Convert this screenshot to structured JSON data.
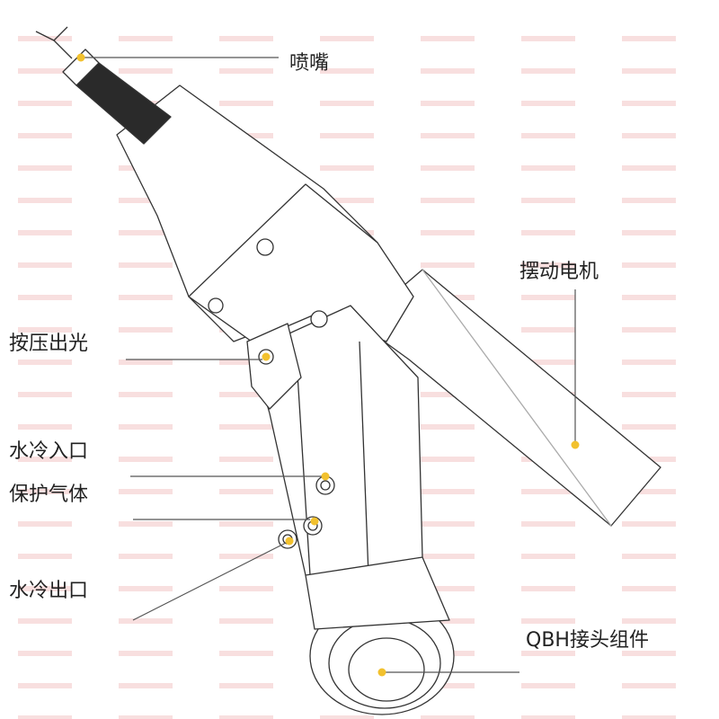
{
  "labels": {
    "nozzle": "喷嘴",
    "swing_motor": "摆动电机",
    "press_emit": "按压出光",
    "water_in": "水冷入口",
    "shield_gas": "保护气体",
    "water_out": "水冷出口",
    "qbh": "QBH接头组件"
  },
  "colors": {
    "dot": "#f2c12e",
    "line": "#555555",
    "outline": "#333333",
    "watermark": "#f3c9c9"
  }
}
